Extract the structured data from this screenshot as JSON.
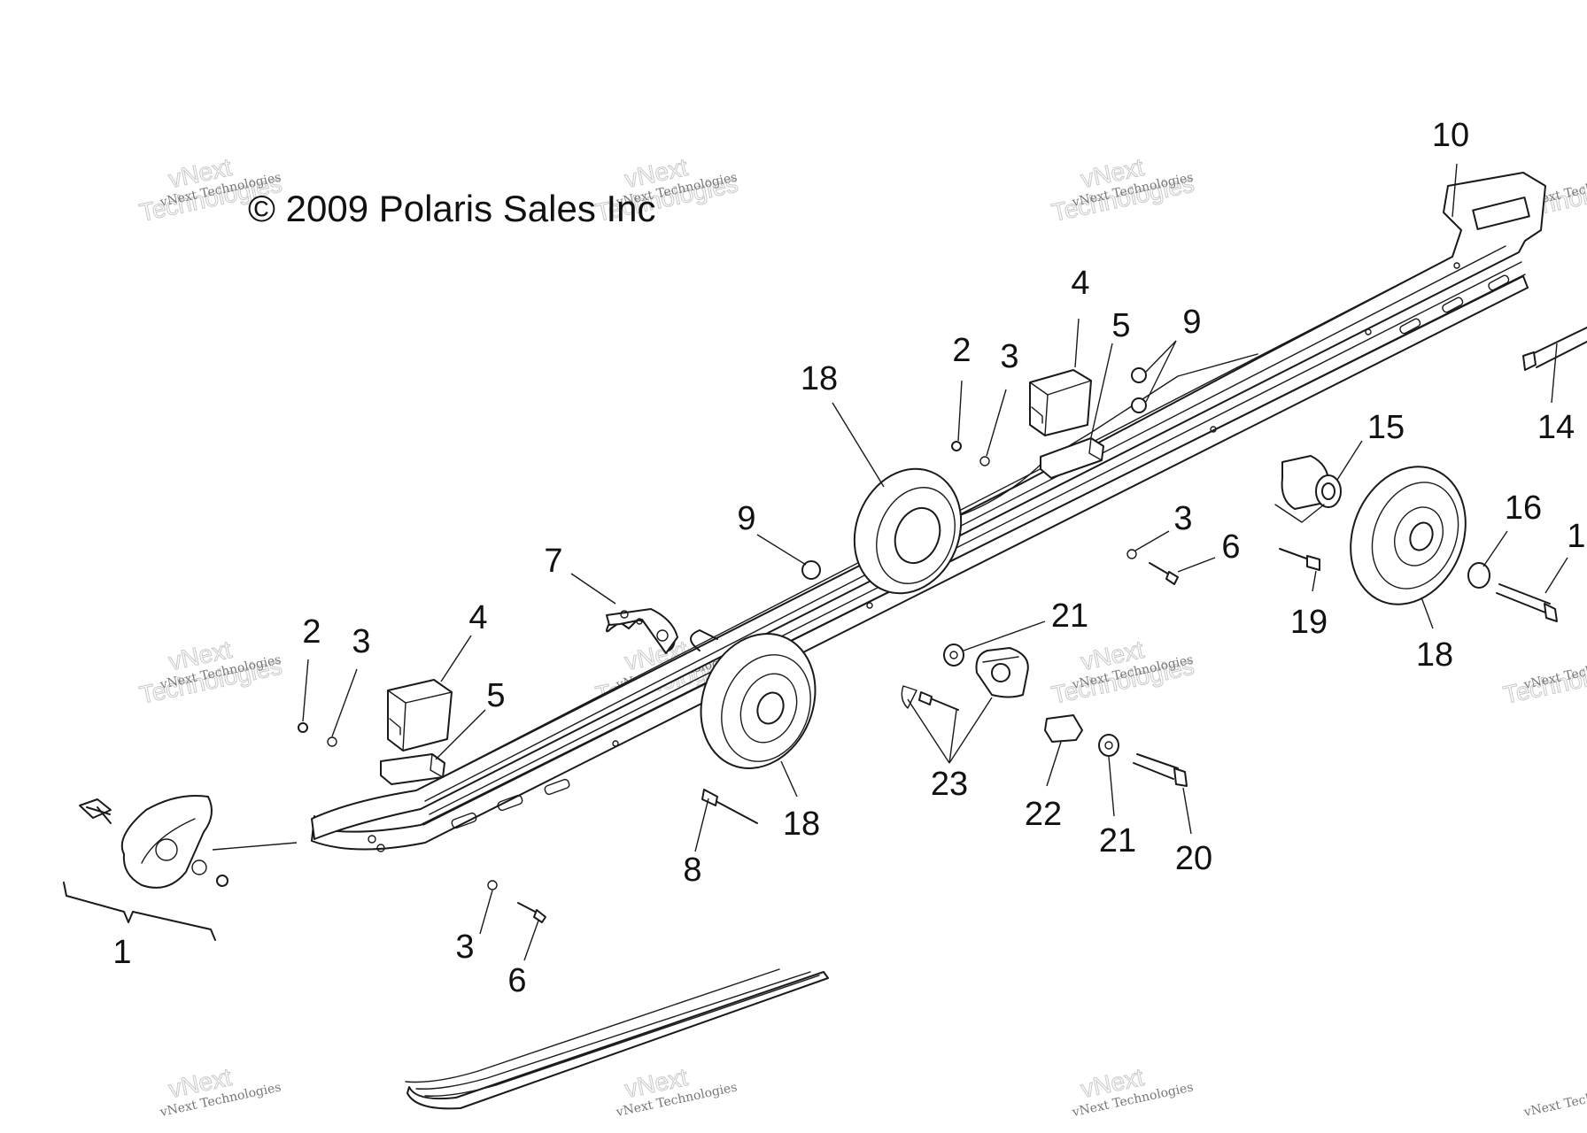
{
  "copyright": "© 2009 Polaris Sales Inc",
  "watermark": {
    "line1": "vNext Technologies",
    "line2": "vNext",
    "line3": "Technologies"
  },
  "callouts": [
    {
      "id": "c1",
      "label": "1"
    },
    {
      "id": "c2a",
      "label": "2"
    },
    {
      "id": "c2b",
      "label": "2"
    },
    {
      "id": "c3a",
      "label": "3"
    },
    {
      "id": "c3b",
      "label": "3"
    },
    {
      "id": "c3c",
      "label": "3"
    },
    {
      "id": "c3d",
      "label": "3"
    },
    {
      "id": "c4a",
      "label": "4"
    },
    {
      "id": "c4b",
      "label": "4"
    },
    {
      "id": "c5a",
      "label": "5"
    },
    {
      "id": "c5b",
      "label": "5"
    },
    {
      "id": "c6a",
      "label": "6"
    },
    {
      "id": "c6b",
      "label": "6"
    },
    {
      "id": "c7",
      "label": "7"
    },
    {
      "id": "c8",
      "label": "8"
    },
    {
      "id": "c9a",
      "label": "9"
    },
    {
      "id": "c9b",
      "label": "9"
    },
    {
      "id": "c10",
      "label": "10"
    },
    {
      "id": "c14",
      "label": "14"
    },
    {
      "id": "c15",
      "label": "15"
    },
    {
      "id": "c16",
      "label": "16"
    },
    {
      "id": "c17",
      "label": "1"
    },
    {
      "id": "c18a",
      "label": "18"
    },
    {
      "id": "c18b",
      "label": "18"
    },
    {
      "id": "c18c",
      "label": "18"
    },
    {
      "id": "c19",
      "label": "19"
    },
    {
      "id": "c20",
      "label": "20"
    },
    {
      "id": "c21a",
      "label": "21"
    },
    {
      "id": "c21b",
      "label": "21"
    },
    {
      "id": "c22",
      "label": "22"
    },
    {
      "id": "c23",
      "label": "23"
    }
  ]
}
